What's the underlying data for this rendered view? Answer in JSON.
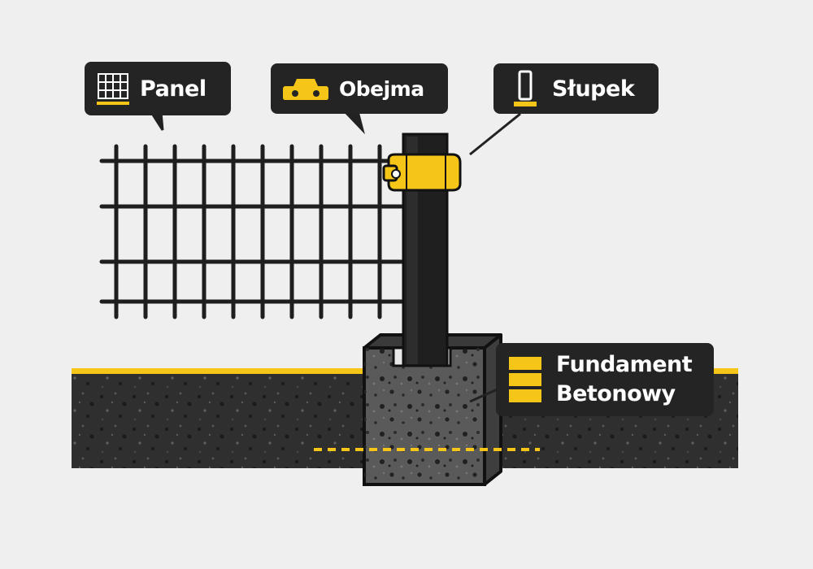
{
  "callouts": {
    "panel": {
      "label": "Panel",
      "icon": "grid-icon"
    },
    "obejma": {
      "label": "Obejma",
      "icon": "clamp-icon"
    },
    "slupek": {
      "label": "Słupek",
      "icon": "post-icon"
    },
    "fundament": {
      "line1": "Fundament",
      "line2": "Betonowy",
      "icon": "layers-icon"
    }
  },
  "colors": {
    "background": "#efefef",
    "dark": "#242424",
    "accent": "#f5c518",
    "ground": "#2e2e2e",
    "concrete": "#5a5a5a",
    "post": "#1f1f1f"
  }
}
